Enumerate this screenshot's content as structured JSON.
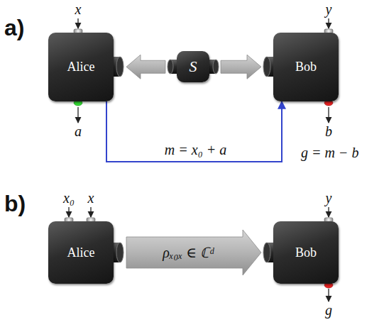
{
  "diagram": {
    "nodes": [
      {
        "text": [
          "Alice"
        ]
      },
      {
        "text": [
          "S"
        ]
      },
      {
        "text": [
          "Bob"
        ]
      },
      {
        "text": [
          "Alice"
        ]
      },
      {
        "text": [
          "Bob"
        ]
      }
    ],
    "edges": [
      {
        "from": 1,
        "to": 0,
        "arrow": "to"
      },
      {
        "from": 1,
        "to": 2,
        "arrow": "to"
      },
      {
        "from": 0,
        "to": 2,
        "arrow": "to",
        "label": "m = x₀ + a"
      },
      {
        "from": 3,
        "to": 4,
        "arrow": "to",
        "label": "ρₓ₀ₓ ∈ ℂᵈ"
      }
    ],
    "labels": [
      "a)",
      "x",
      "a",
      "y",
      "b",
      "g = m − b",
      "b)",
      "x₀",
      "x",
      "y",
      "g"
    ]
  }
}
